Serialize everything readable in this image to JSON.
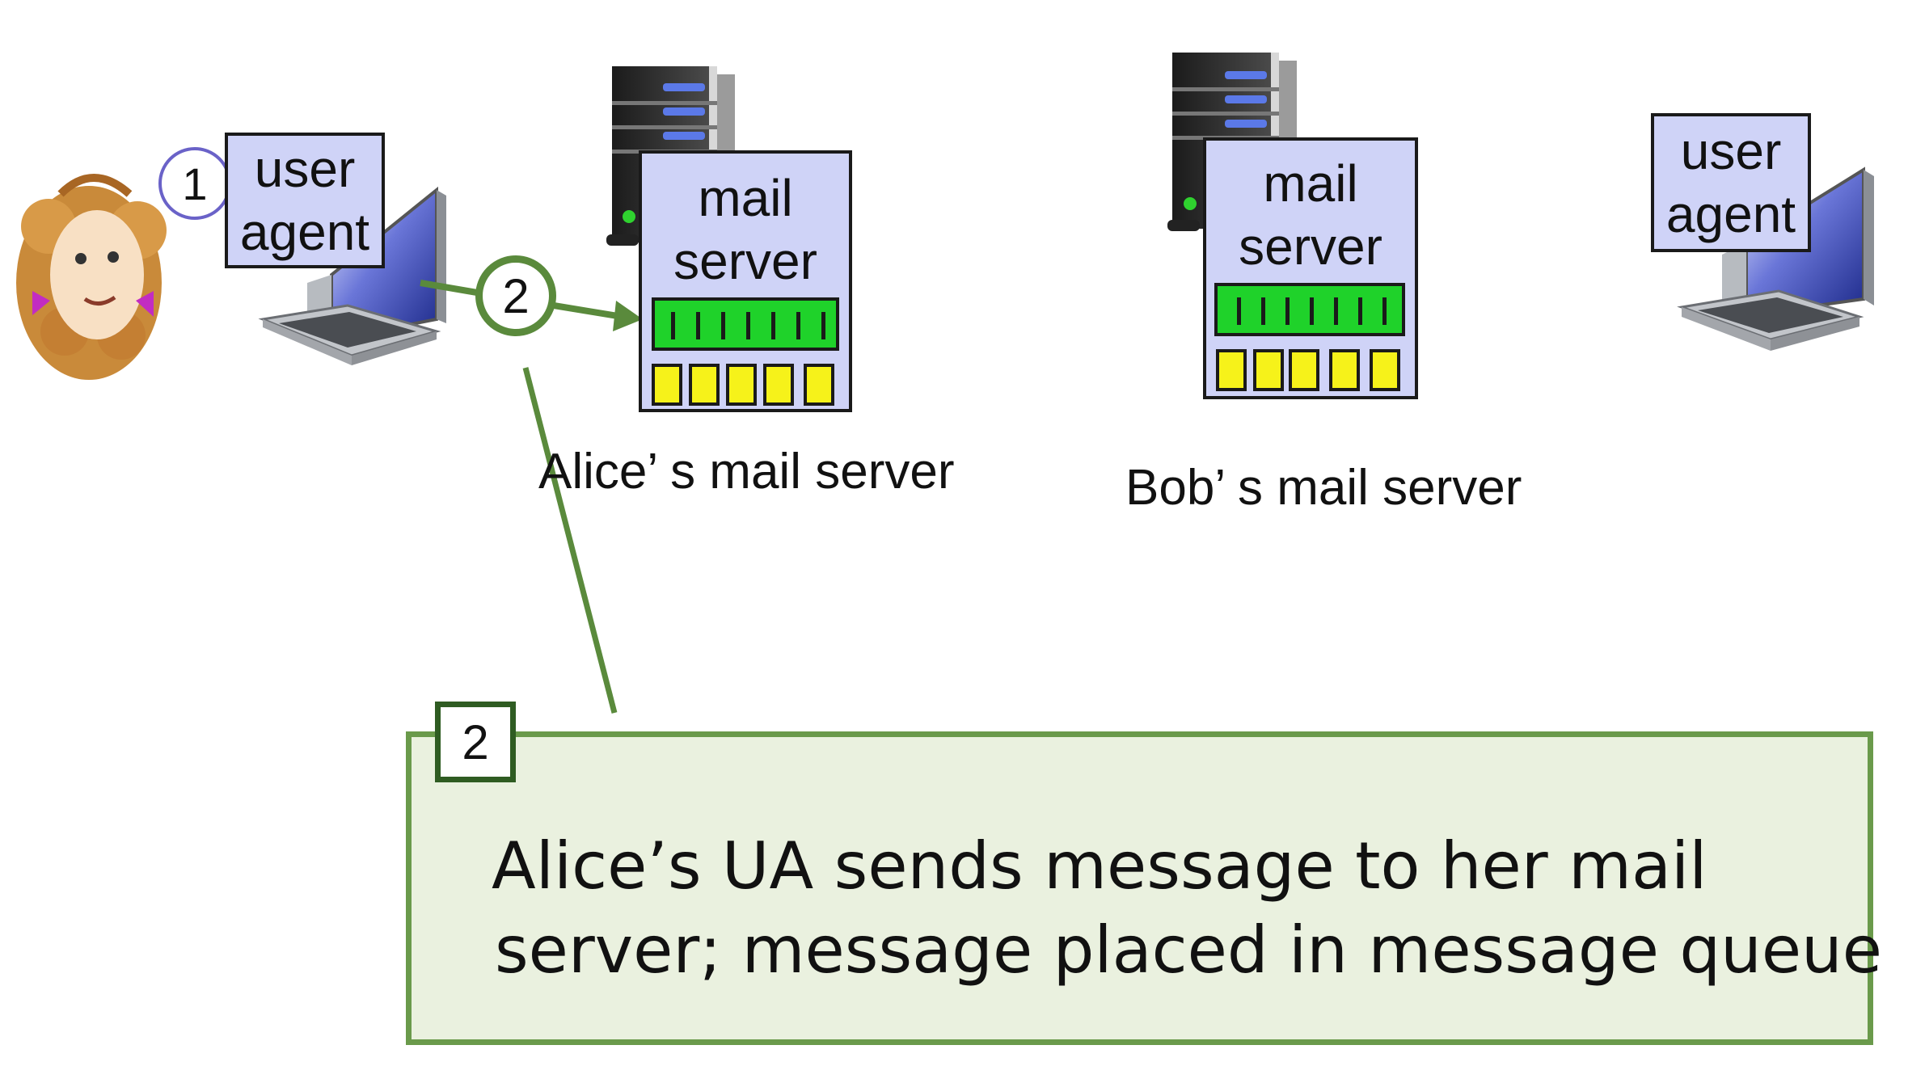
{
  "sender": {
    "user_agent_line1": "user",
    "user_agent_line2": "agent",
    "step_label": "1"
  },
  "receiver": {
    "user_agent_line1": "user",
    "user_agent_line2": "agent"
  },
  "alice_server": {
    "label_line1": "mail",
    "label_line2": "server",
    "caption": "Alice’ s mail server"
  },
  "bob_server": {
    "label_line1": "mail",
    "label_line2": "server",
    "caption": "Bob’ s mail server"
  },
  "arrow_step_label": "2",
  "callout": {
    "tab_label": "2",
    "text_line1": "Alice’s UA sends message to her mail",
    "text_line2": "server; message placed in message queue"
  },
  "colors": {
    "box_fill": "#cfd3f7",
    "queue_green": "#1fd22a",
    "queue_yellow": "#f6f21a",
    "callout_border": "#6a9a4b",
    "callout_fill": "#eaf1df",
    "arrow_green": "#5a8a3c"
  }
}
